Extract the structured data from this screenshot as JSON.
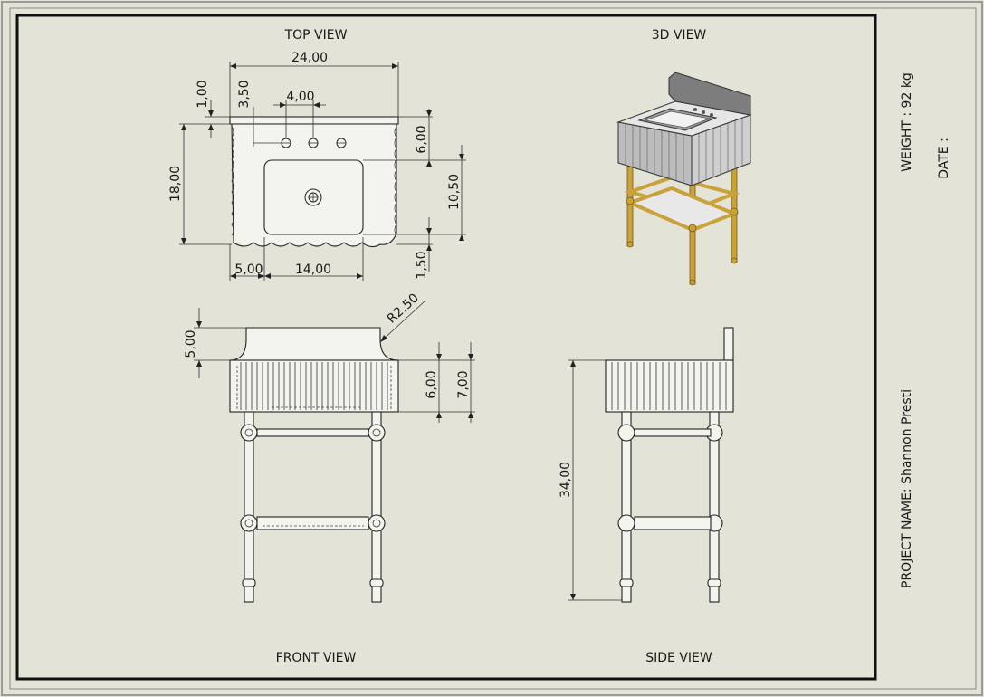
{
  "views": {
    "top": "TOP VIEW",
    "iso": "3D VIEW",
    "front": "FRONT VIEW",
    "side": "SIDE VIEW"
  },
  "dims": {
    "top_width": "24,00",
    "top_backsplash": "1,00",
    "top_hole_offset": "3,50",
    "top_hole_spacing": "4,00",
    "top_depth": "18,00",
    "top_basin_offset": "6,00",
    "top_basin_depth": "10,50",
    "top_front_margin": "1,50",
    "top_left_margin": "5,00",
    "top_basin_width": "14,00",
    "front_radius": "R2,50",
    "front_splash_height": "5,00",
    "front_apron_inner": "6,00",
    "front_apron_outer": "7,00",
    "side_height": "34,00"
  },
  "title_block": {
    "weight": "WEIGHT :  92 kg",
    "date": "DATE :",
    "project": "PROJECT NAME:  Shannon Presti"
  },
  "colors": {
    "paper": "#e3e3d8",
    "border": "#111111",
    "brass": "#c9a23a",
    "porcelain": "#d9d9d9"
  }
}
